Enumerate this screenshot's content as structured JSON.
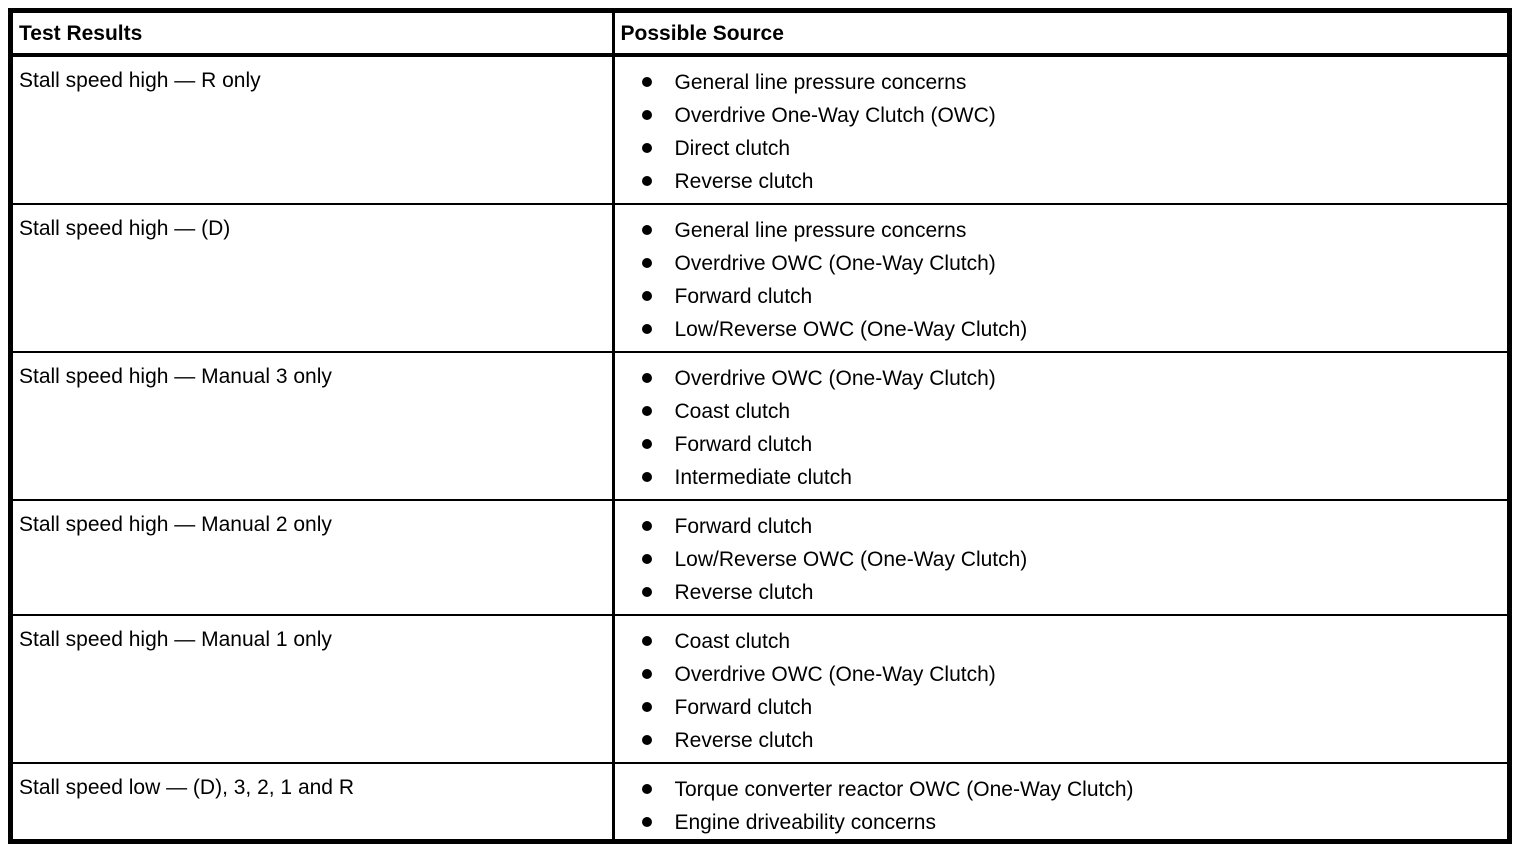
{
  "colors": {
    "border": "#000000",
    "background": "#ffffff",
    "text": "#000000"
  },
  "table": {
    "headers": [
      "Test Results",
      "Possible Source"
    ],
    "rows": [
      {
        "result": "Stall speed high — R only",
        "sources": [
          "General line pressure concerns",
          "Overdrive One-Way Clutch (OWC)",
          "Direct clutch",
          "Reverse clutch"
        ]
      },
      {
        "result": "Stall speed high — (D)",
        "sources": [
          "General line pressure concerns",
          "Overdrive OWC (One-Way Clutch)",
          "Forward clutch",
          "Low/Reverse OWC (One-Way Clutch)"
        ]
      },
      {
        "result": "Stall speed high — Manual 3 only",
        "sources": [
          "Overdrive OWC (One-Way Clutch)",
          "Coast clutch",
          "Forward clutch",
          "Intermediate clutch"
        ]
      },
      {
        "result": "Stall speed high — Manual 2 only",
        "sources": [
          "Forward clutch",
          "Low/Reverse OWC (One-Way Clutch)",
          "Reverse clutch"
        ]
      },
      {
        "result": "Stall speed high — Manual 1 only",
        "sources": [
          "Coast clutch",
          "Overdrive OWC (One-Way Clutch)",
          "Forward clutch",
          "Reverse clutch"
        ]
      },
      {
        "result": "Stall speed low — (D), 3, 2, 1 and R",
        "sources": [
          "Torque converter reactor OWC (One-Way Clutch)",
          "Engine driveability concerns"
        ]
      }
    ]
  }
}
